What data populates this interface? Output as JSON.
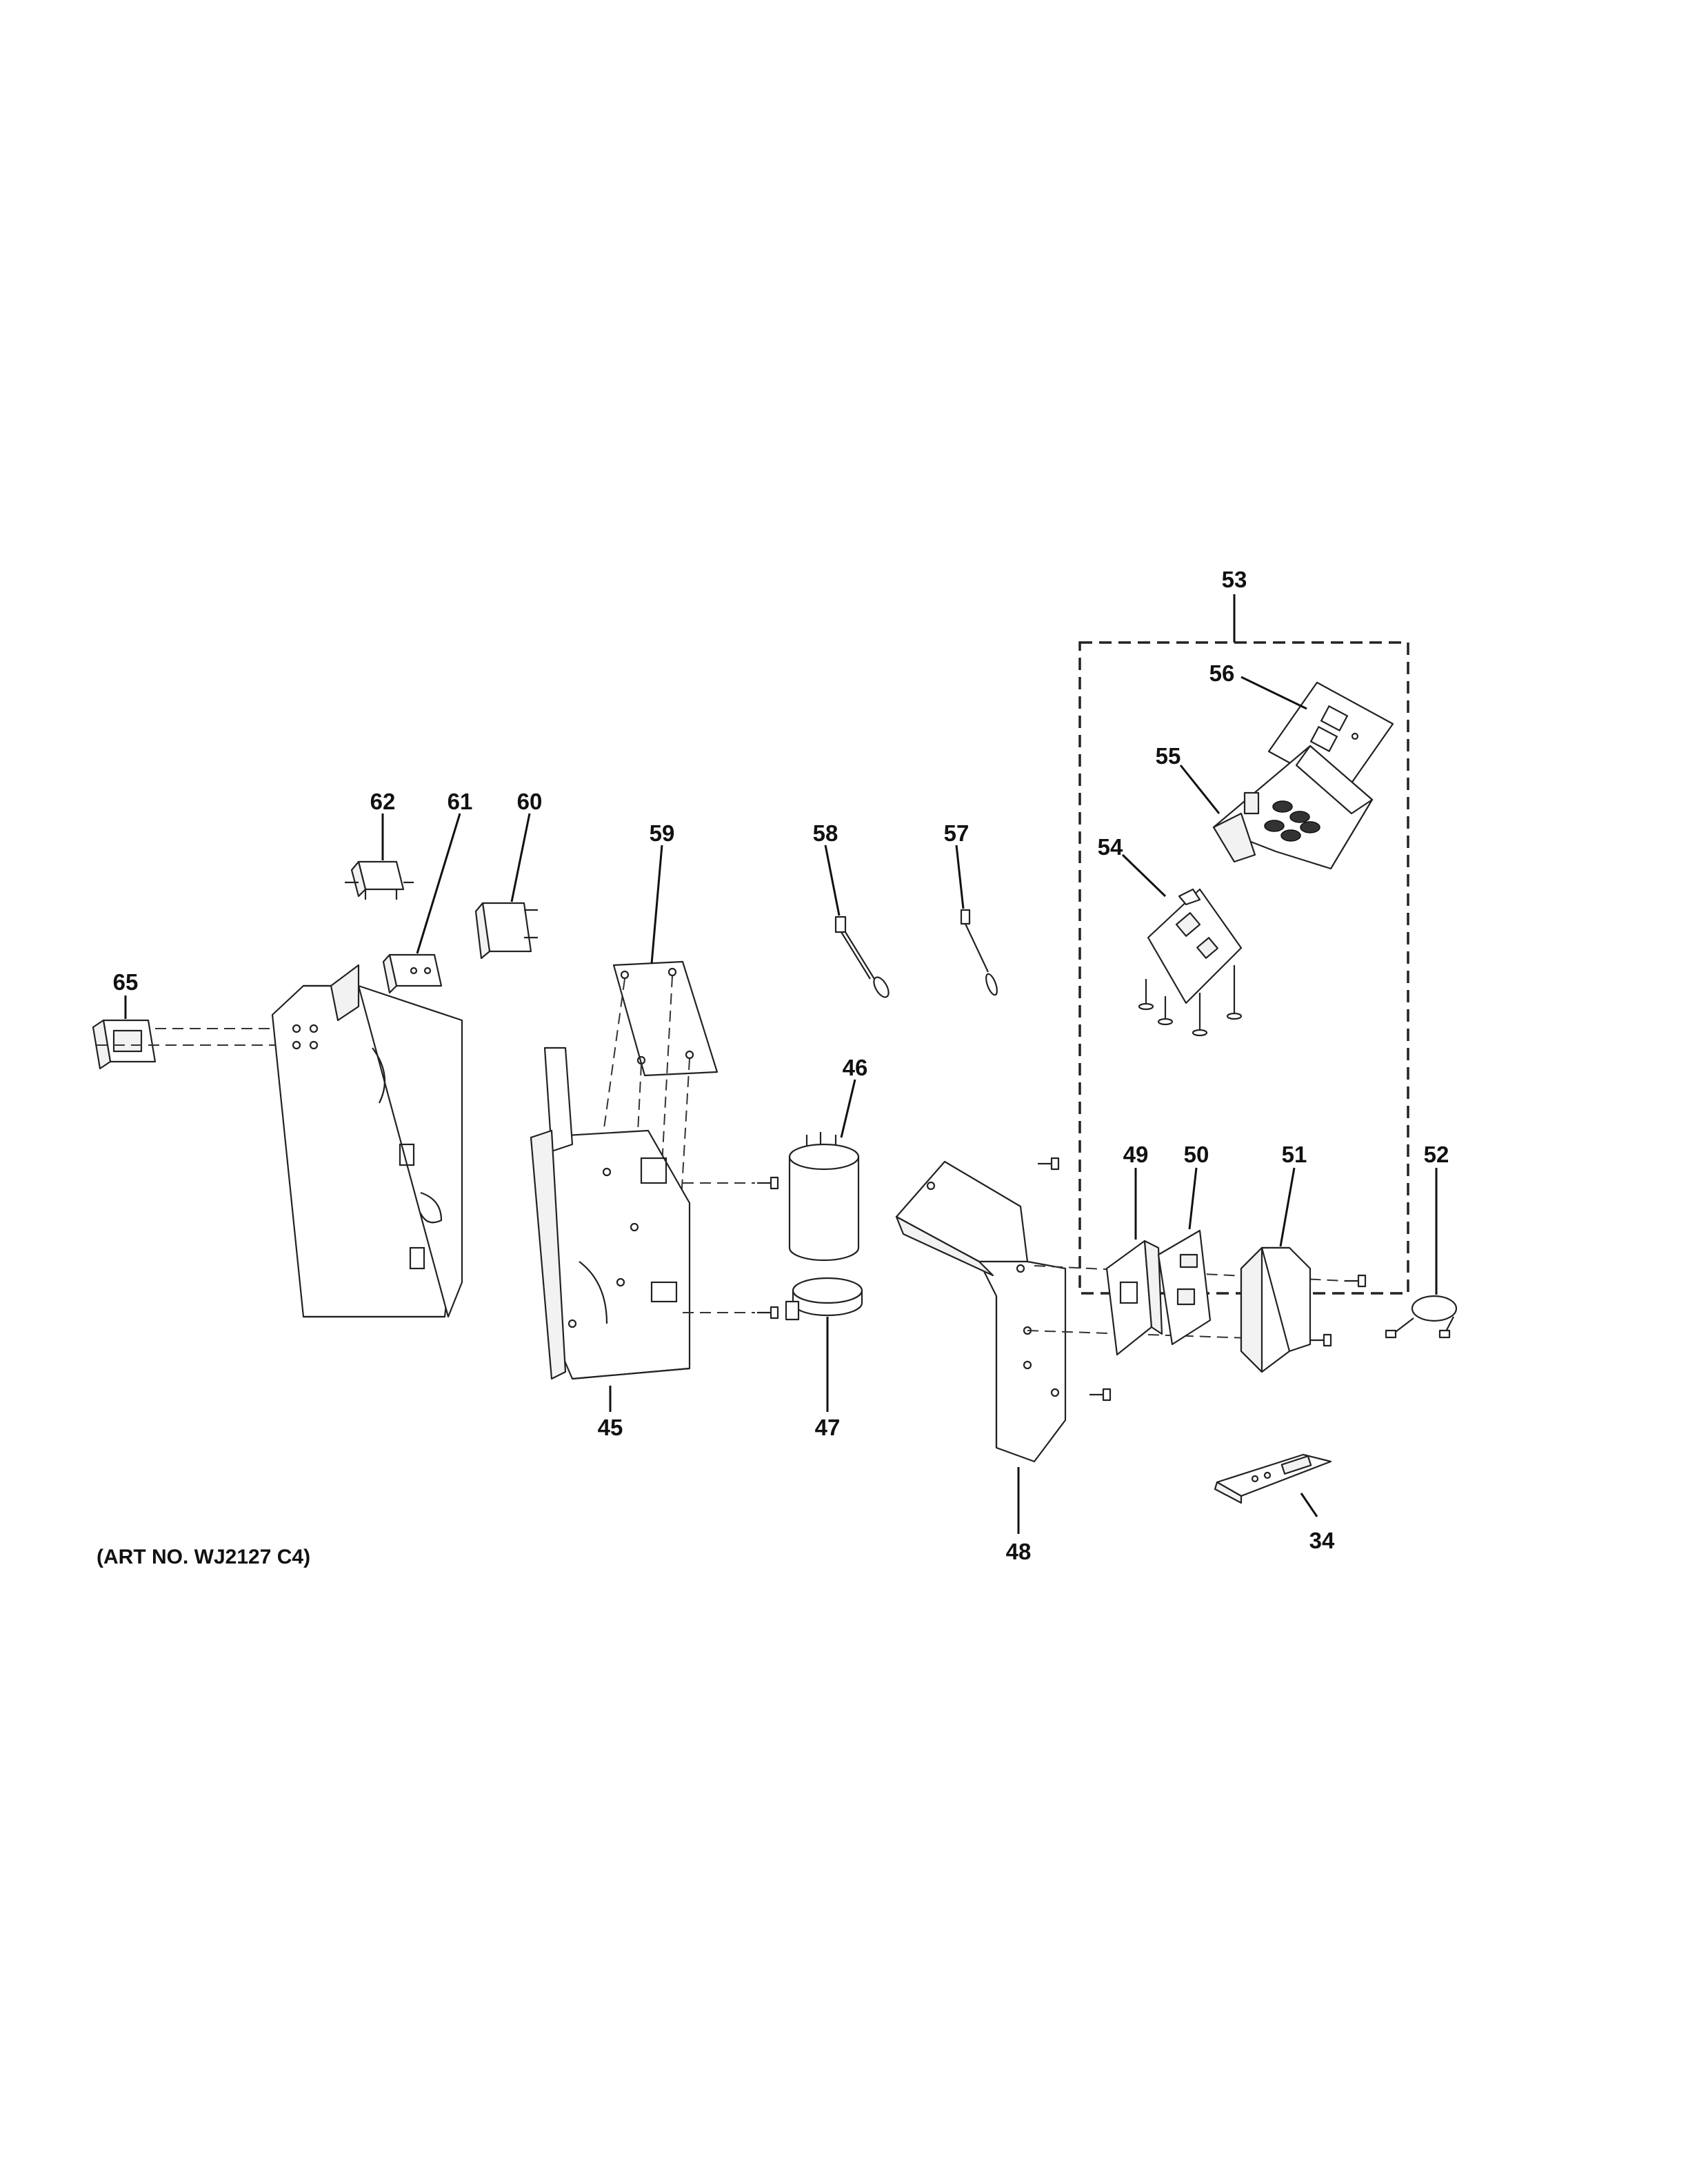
{
  "art_number": "(ART NO. WJ2127 C4)",
  "callouts": {
    "c34": "34",
    "c45": "45",
    "c46": "46",
    "c47": "47",
    "c48": "48",
    "c49": "49",
    "c50": "50",
    "c51": "51",
    "c52": "52",
    "c53": "53",
    "c54": "54",
    "c55": "55",
    "c56": "56",
    "c57": "57",
    "c58": "58",
    "c59": "59",
    "c60": "60",
    "c61": "61",
    "c62": "62",
    "c65": "65"
  }
}
